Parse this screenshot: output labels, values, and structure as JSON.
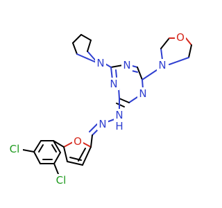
{
  "molecule": {
    "atoms": {
      "n_pyrrolidine": "N",
      "n_triazine_top": "N",
      "n_triazine_left": "N",
      "n_triazine_right": "N",
      "n_morpholine": "N",
      "o_morpholine": "O",
      "n_hydrazone_1": "N",
      "h_hydrazone": "H",
      "n_hydrazone_2": "N",
      "o_furan": "O",
      "cl_para": "Cl",
      "cl_ortho": "Cl"
    }
  },
  "colors": {
    "nitrogen": "#2f3fd0",
    "oxygen": "#d62a1e",
    "chlorine": "#1e9a1e",
    "carbon": "#000000"
  }
}
